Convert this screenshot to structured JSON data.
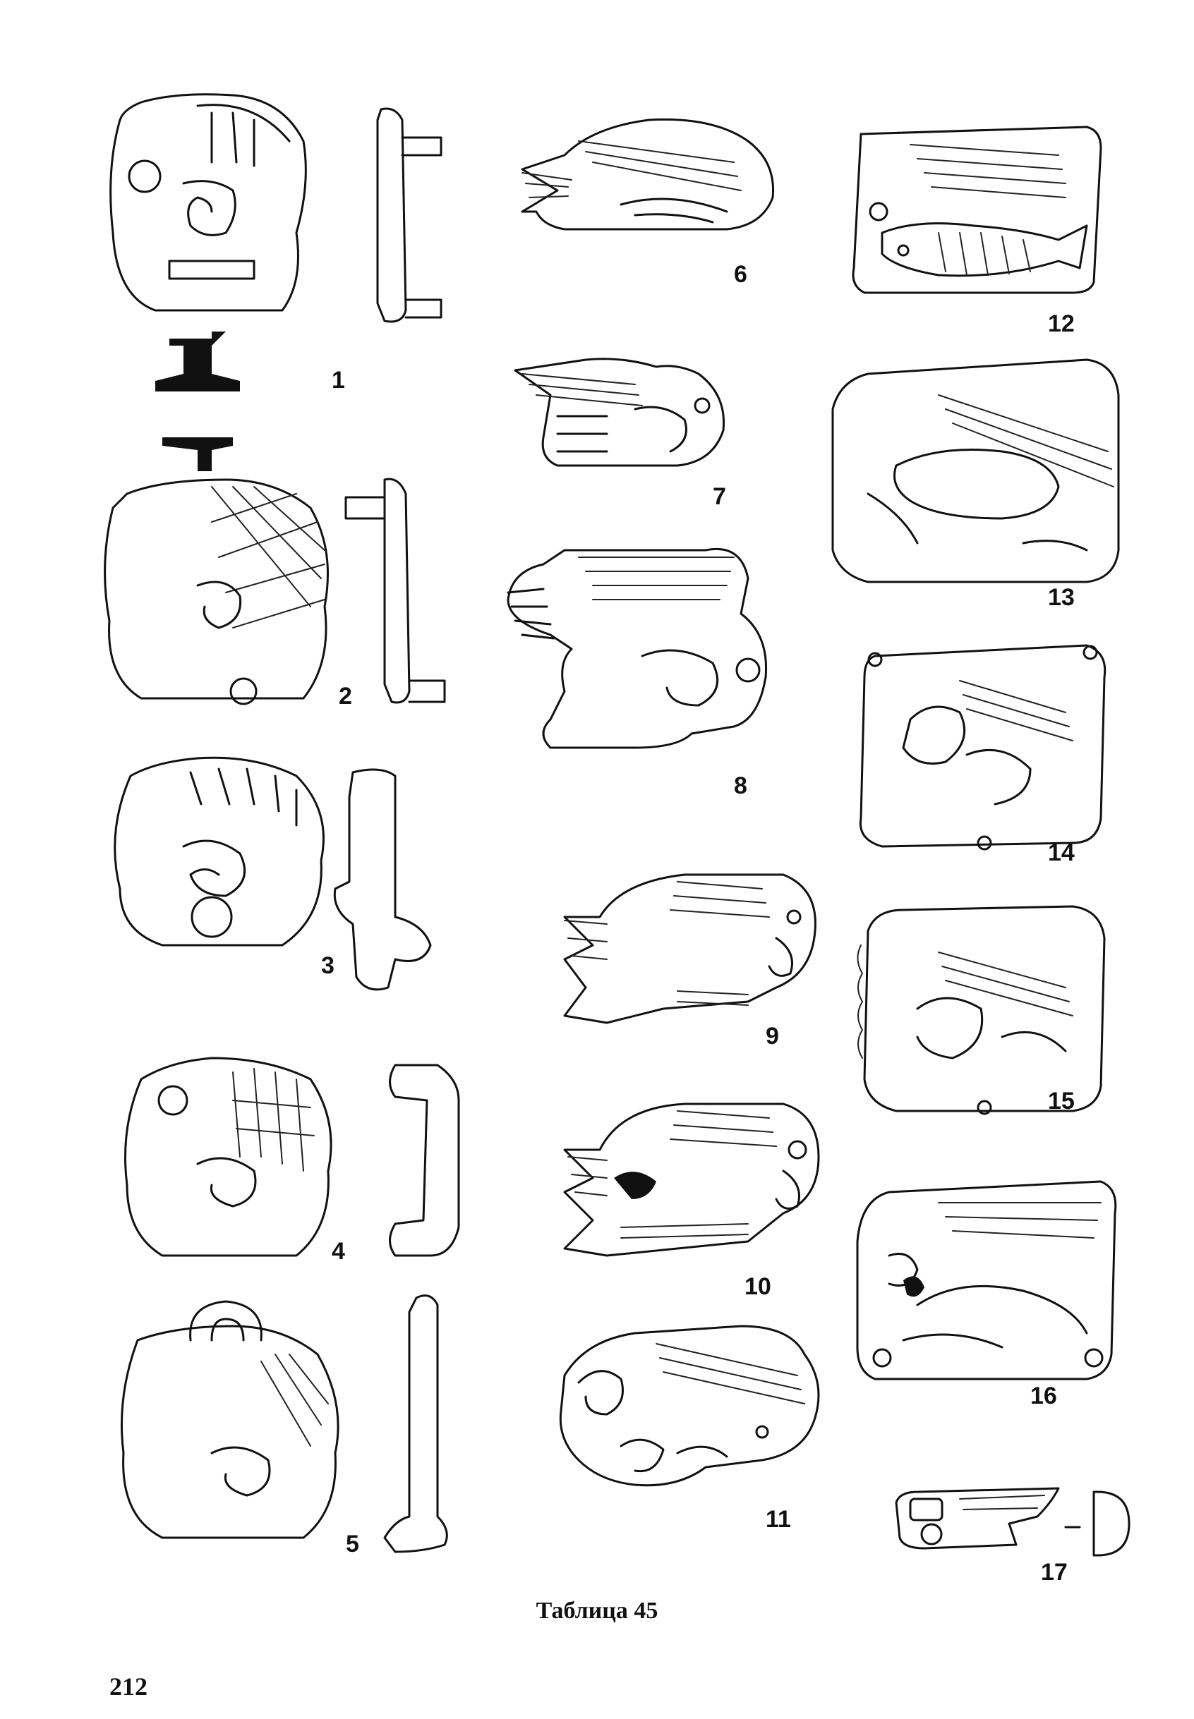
{
  "plate": {
    "caption": "Таблица 45",
    "page_number": "212"
  },
  "figures": [
    {
      "label": "1"
    },
    {
      "label": "2"
    },
    {
      "label": "3"
    },
    {
      "label": "4"
    },
    {
      "label": "5"
    },
    {
      "label": "6"
    },
    {
      "label": "7"
    },
    {
      "label": "8"
    },
    {
      "label": "9"
    },
    {
      "label": "10"
    },
    {
      "label": "11"
    },
    {
      "label": "12"
    },
    {
      "label": "13"
    },
    {
      "label": "14"
    },
    {
      "label": "15"
    },
    {
      "label": "16"
    },
    {
      "label": "17"
    }
  ]
}
